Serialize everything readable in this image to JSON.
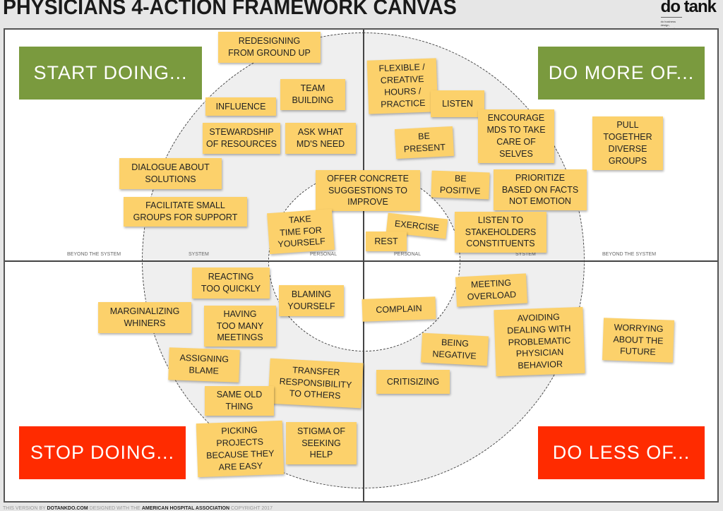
{
  "title": "PHYSICIANS 4-ACTION FRAMEWORK CANVAS",
  "logo": {
    "word": "do tank",
    "tagline": "do business design, redesigned"
  },
  "headers": {
    "start": "START DOING...",
    "more": "DO MORE OF...",
    "stop": "STOP DOING...",
    "less": "DO LESS OF..."
  },
  "zones": [
    "BEYOND THE  SYSTEM",
    "SYSTEM",
    "PERSONAL",
    "PERSONAL",
    "SYSTEM",
    "BEYOND THE SYSTEM"
  ],
  "notes": [
    "REDESIGNING\nFROM GROUND UP",
    "TEAM\nBUILDING",
    "INFLUENCE",
    "STEWARDSHIP\nOF RESOURCES",
    "ASK WHAT\nMD'S NEED",
    "DIALOGUE ABOUT\nSOLUTIONS",
    "FACILITATE SMALL\nGROUPS FOR SUPPORT",
    "OFFER CONCRETE\nSUGGESTIONS TO\nIMPROVE",
    "TAKE\nTIME FOR\nYOURSELF",
    "FLEXIBLE /\nCREATIVE\nHOURS /\nPRACTICE",
    "LISTEN",
    "ENCOURAGE\nMDS TO TAKE\nCARE OF\nSELVES",
    "PULL\nTOGETHER\nDIVERSE\nGROUPS",
    "BE\nPRESENT",
    "BE\nPOSITIVE",
    "PRIORITIZE\nBASED ON FACTS\nNOT EMOTION",
    "EXERCISE",
    "REST",
    "LISTEN TO\nSTAKEHOLDERS\nCONSTITUENTS",
    "REACTING\nTOO QUICKLY",
    "BLAMING\nYOURSELF",
    "MARGINALIZING\nWHINERS",
    "HAVING\nTOO MANY\nMEETINGS",
    "ASSIGNING\nBLAME",
    "TRANSFER\nRESPONSIBILITY\nTO OTHERS",
    "SAME OLD\nTHING",
    "PICKING\nPROJECTS\nBECAUSE THEY\nARE EASY",
    "STIGMA OF\nSEEKING\nHELP",
    "COMPLAIN",
    "MEETING\nOVERLOAD",
    "AVOIDING\nDEALING  WITH\nPROBLEMATIC\nPHYSICIAN\nBEHAVIOR",
    "WORRYING\nABOUT THE\nFUTURE",
    "BEING\nNEGATIVE",
    "CRITISIZING"
  ],
  "footer": {
    "p1": "THIS VERSION BY ",
    "b1": "DOTANKDO.COM",
    "p2": " DESIGNED WITH THE ",
    "b2": "AMERICAN HOSPITAL ASSOCIATION",
    "p3": " COPYRIGHT 2017"
  },
  "colors": {
    "sticky": "#fcd16b",
    "green": "#7a9a3e",
    "red": "#ff2b00"
  }
}
